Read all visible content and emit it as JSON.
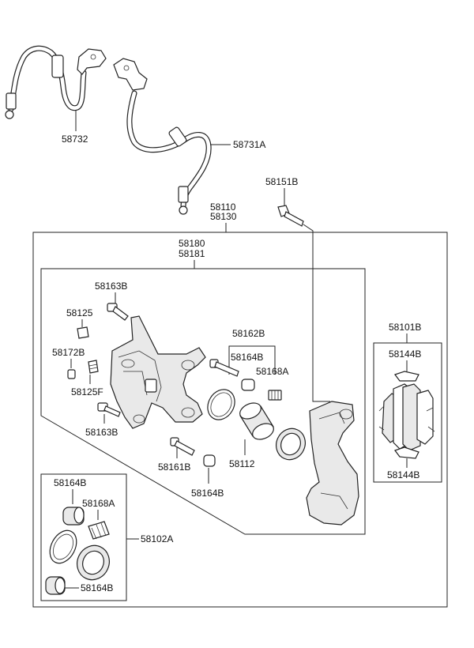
{
  "labels": {
    "hose_left": "58732",
    "hose_right": "58731A",
    "bolt_top": "58151B",
    "caliper_assy_1": "58110",
    "caliper_assy_2": "58130",
    "carrier_1": "58180",
    "carrier_2": "58181",
    "guide_bolt_top": "58163B",
    "bleeder_cap": "58125",
    "bleeder_boot": "58172B",
    "bleeder_screw": "58125F",
    "guide_bolt_bottom": "58163B",
    "seal_kit_group": "58162B",
    "boot_upper": "58164B",
    "spring_upper": "58168A",
    "piston": "58112",
    "pin_bolt": "58161B",
    "boot_lower": "58164B",
    "pad_kit": "58101B",
    "shim_top": "58144B",
    "shim_bottom": "58144B",
    "kit_boot_top": "58164B",
    "kit_spring": "58168A",
    "kit_code": "58102A",
    "kit_boot_bottom": "58164B"
  }
}
